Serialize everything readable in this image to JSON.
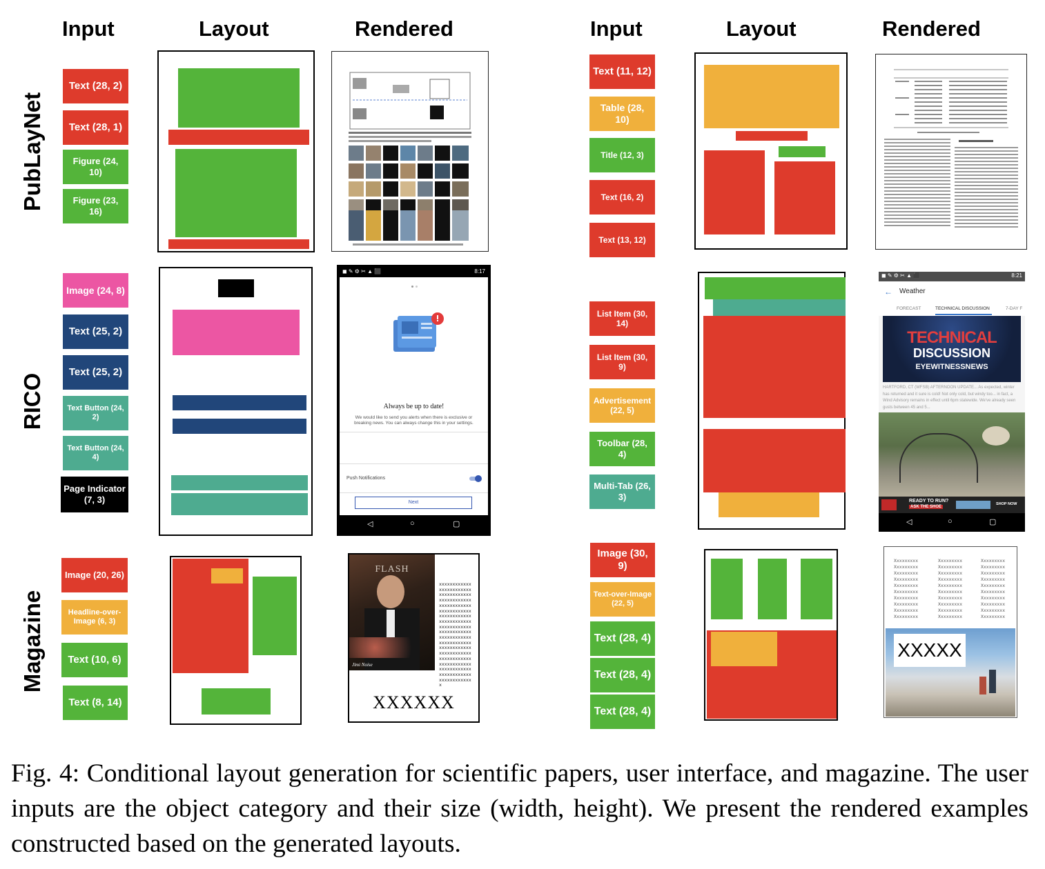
{
  "headers": {
    "left": {
      "input": "Input",
      "layout": "Layout",
      "rendered": "Rendered"
    },
    "right": {
      "input": "Input",
      "layout": "Layout",
      "rendered": "Rendered"
    }
  },
  "row_labels": {
    "publaynet": "PubLayNet",
    "rico": "RICO",
    "magazine": "Magazine"
  },
  "colors": {
    "red": "#de3b2c",
    "green": "#54b43a",
    "orange": "#f0b03c",
    "pink": "#ec56a3",
    "navy": "#21467a",
    "teal": "#4eab90",
    "black": "#000000"
  },
  "inputs": {
    "publaynet_left": [
      "Text (28, 2)",
      "Text (28, 1)",
      "Figure (24, 10)",
      "Figure (23, 16)"
    ],
    "publaynet_right": [
      "Text (11, 12)",
      "Table (28, 10)",
      "Title (12, 3)",
      "Text (16, 2)",
      "Text (13, 12)"
    ],
    "rico_left": [
      "Image (24, 8)",
      "Text (25, 2)",
      "Text (25, 2)",
      "Text Button (24, 2)",
      "Text Button (24, 4)",
      "Page Indicator (7, 3)"
    ],
    "rico_right": [
      "List Item (30, 14)",
      "List Item (30, 9)",
      "Advertisement (22, 5)",
      "Toolbar (28, 4)",
      "Multi-Tab (26, 3)"
    ],
    "magazine_left": [
      "Image (20, 26)",
      "Headline-over-Image (6, 3)",
      "Text (10, 6)",
      "Text (8, 14)"
    ],
    "magazine_right": [
      "Image (30, 9)",
      "Text-over-Image (22, 5)",
      "Text (28, 4)",
      "Text (28, 4)",
      "Text (28, 4)"
    ]
  },
  "rendered_text": {
    "rico_left_status_time": "8:17",
    "rico_left_heading": "Always be up to date!",
    "rico_left_body": "We would like to send you alerts when there is exclusive or breaking news. You can always change this in your settings.",
    "rico_left_toggle_label": "Push Notifications",
    "rico_left_button": "Next",
    "rico_right_status_time": "8:21",
    "rico_right_title": "Weather",
    "rico_right_tabs": [
      "FORECAST",
      "TECHNICAL DISCUSSION",
      "7-DAY F"
    ],
    "rico_right_banner_1": "TECHNICAL",
    "rico_right_banner_2": "DISCUSSION",
    "rico_right_banner_3": "EYEWITNESSNEWS",
    "rico_right_article": "HARTFORD, CT (WFSB) AFTERNOON UPDATE... As expected, winter has returned and it sure is cold! Not only cold, but windy too... in fact, a Wind Advisory remains in effect until 6pm statewide. We've already seen gusts between 45 and 5...",
    "rico_right_ad_1": "READY TO RUN?",
    "rico_right_ad_2": "ASK THE SHOE",
    "rico_right_ad_3": "SHOP NOW",
    "magazine_left_masthead": "FLASH",
    "magazine_left_x_line": "xxxxxxxxxxxx",
    "magazine_left_x_last": "x",
    "magazine_left_headline": "XXXXXX",
    "magazine_left_caption": "Jimi Noise",
    "magazine_right_word": "Xxxxxxxxx",
    "magazine_right_headline": "XXXXX"
  },
  "caption": "Fig. 4: Conditional layout generation for scientific papers, user interface, and magazine. The user inputs are the object category and their size (width, height). We present the rendered examples constructed based on the generated layouts."
}
